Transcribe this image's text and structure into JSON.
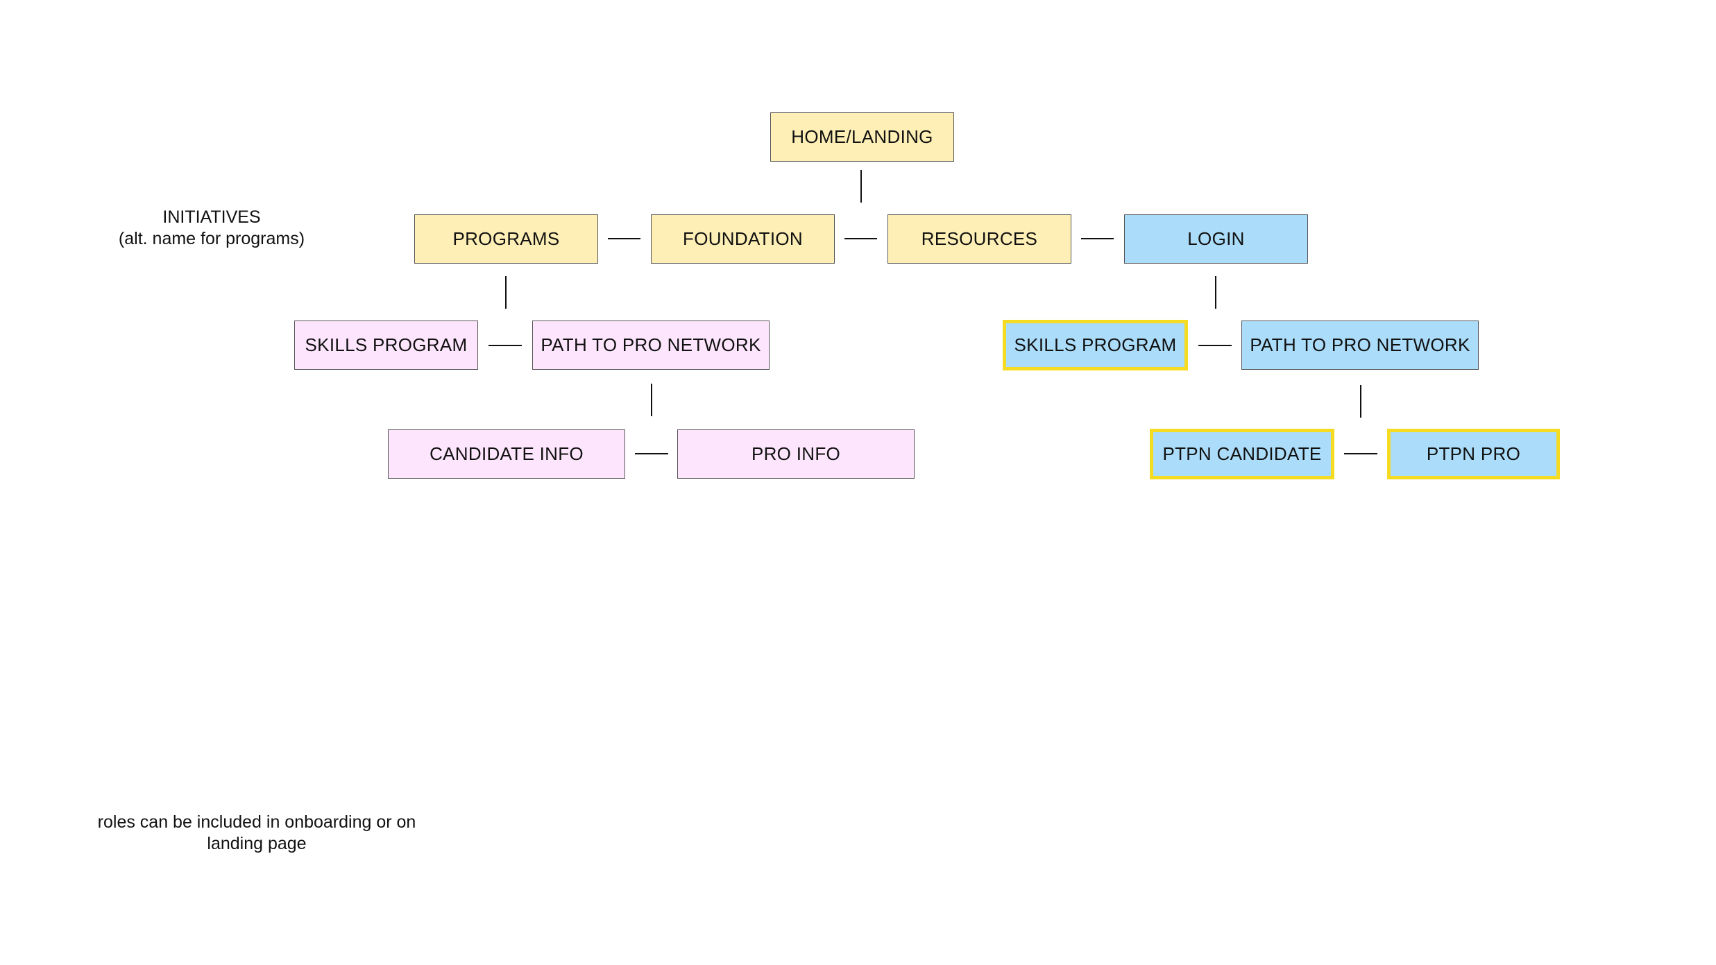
{
  "nodes": {
    "home": "HOME/LANDING",
    "programs": "PROGRAMS",
    "foundation": "FOUNDATION",
    "resources": "RESOURCES",
    "login": "LOGIN",
    "skills_program_left": "SKILLS PROGRAM",
    "path_to_pro_left": "PATH TO PRO NETWORK",
    "candidate_info": "CANDIDATE INFO",
    "pro_info": "PRO INFO",
    "skills_program_right": "SKILLS PROGRAM",
    "path_to_pro_right": "PATH TO PRO NETWORK",
    "ptpn_candidate": "PTPN CANDIDATE",
    "ptpn_pro": "PTPN PRO"
  },
  "notes": {
    "initiatives_line1": "INITIATIVES",
    "initiatives_line2": "(alt. name for programs)",
    "roles_line1": "roles can be included in onboarding or on",
    "roles_line2": "landing page"
  },
  "colors": {
    "primary_nav": "#fdefb5",
    "programs_branch": "#fde6fd",
    "login_branch": "#abdcf9",
    "highlight_border": "#f5dc23"
  }
}
